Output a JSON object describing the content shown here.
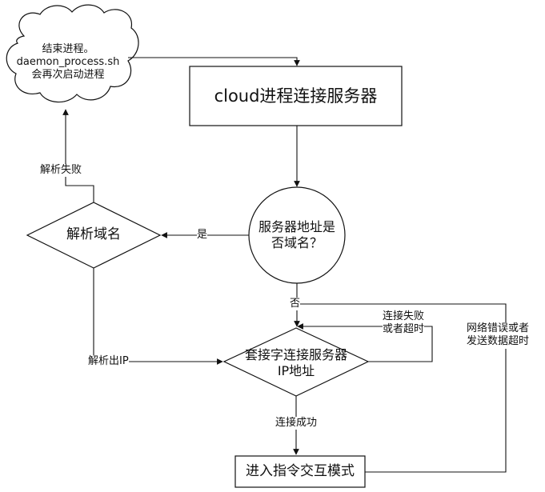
{
  "nodes": {
    "cloud_note": {
      "lines": [
        "结束进程。",
        "daemon_process.sh",
        "会再次启动进程"
      ]
    },
    "start_box": {
      "label": "cloud进程连接服务器"
    },
    "decision_circle": {
      "lines": [
        "服务器地址是",
        "否域名？"
      ]
    },
    "resolve_diamond": {
      "label": "解析域名"
    },
    "socket_diamond": {
      "lines": [
        "套接字连接服务器",
        "IP地址"
      ]
    },
    "interactive_box": {
      "label": "进入指令交互模式"
    }
  },
  "edges": {
    "parse_fail": "解析失败",
    "yes": "是",
    "no": "否",
    "resolved_ip": "解析出IP",
    "connect_fail": [
      "连接失败",
      "或者超时"
    ],
    "network_error": [
      "网络错误或者",
      "发送数据超时"
    ],
    "connect_success": "连接成功"
  }
}
